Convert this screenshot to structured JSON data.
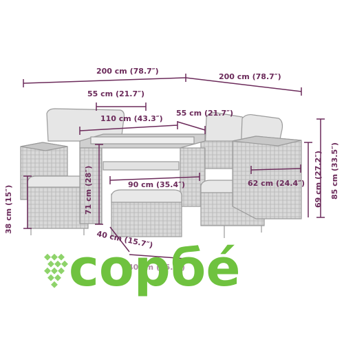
{
  "colors": {
    "dimension": "#6b2a5a",
    "furniture_stroke": "#9a9a9a",
    "furniture_fill": "#d6d6d6",
    "glass": "#eeeeee",
    "logo_green": "#6fc23f"
  },
  "dimensions": {
    "overall_width_left": "200 cm (78.7″)",
    "overall_width_right": "200 cm (78.7″)",
    "seat_width_top": "55 cm (21.7″)",
    "table_width": "110 cm (43.3″)",
    "seat_width_right": "55 cm (21.7″)",
    "table_depth": "90 cm (35.4″)",
    "side_table_depth": "62 cm (24.4″)",
    "height_total": "85 cm (33.5″)",
    "height_side_table": "69 cm (27.2″)",
    "height_table": "71 cm (28″)",
    "height_stool": "38 cm (15″)",
    "stool_depth": "40 cm (15.7″)",
    "stool_width": "40 cm (15.7″)"
  },
  "logo": {
    "text": "copбé",
    "icon": "diamond-pattern-icon"
  }
}
